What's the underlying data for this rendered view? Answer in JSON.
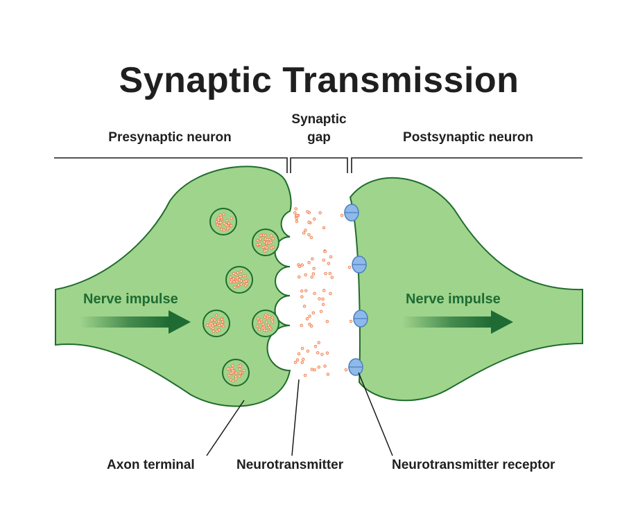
{
  "title": "Synaptic Transmission",
  "headers": {
    "presynaptic": "Presynaptic neuron",
    "gap_line1": "Synaptic",
    "gap_line2": "gap",
    "postsynaptic": "Postsynaptic neuron"
  },
  "impulse_left": "Nerve impulse",
  "impulse_right": "Nerve impulse",
  "labels": {
    "axon": "Axon terminal",
    "neurotransmitter": "Neurotransmitter",
    "receptor": "Neurotransmitter receptor"
  },
  "colors": {
    "neuron_fill": "#9fd48c",
    "neuron_stroke": "#1f6b2b",
    "dot": "#f07a4a",
    "receptor": "#8fb9e8",
    "arrow": "#1e6b33"
  }
}
